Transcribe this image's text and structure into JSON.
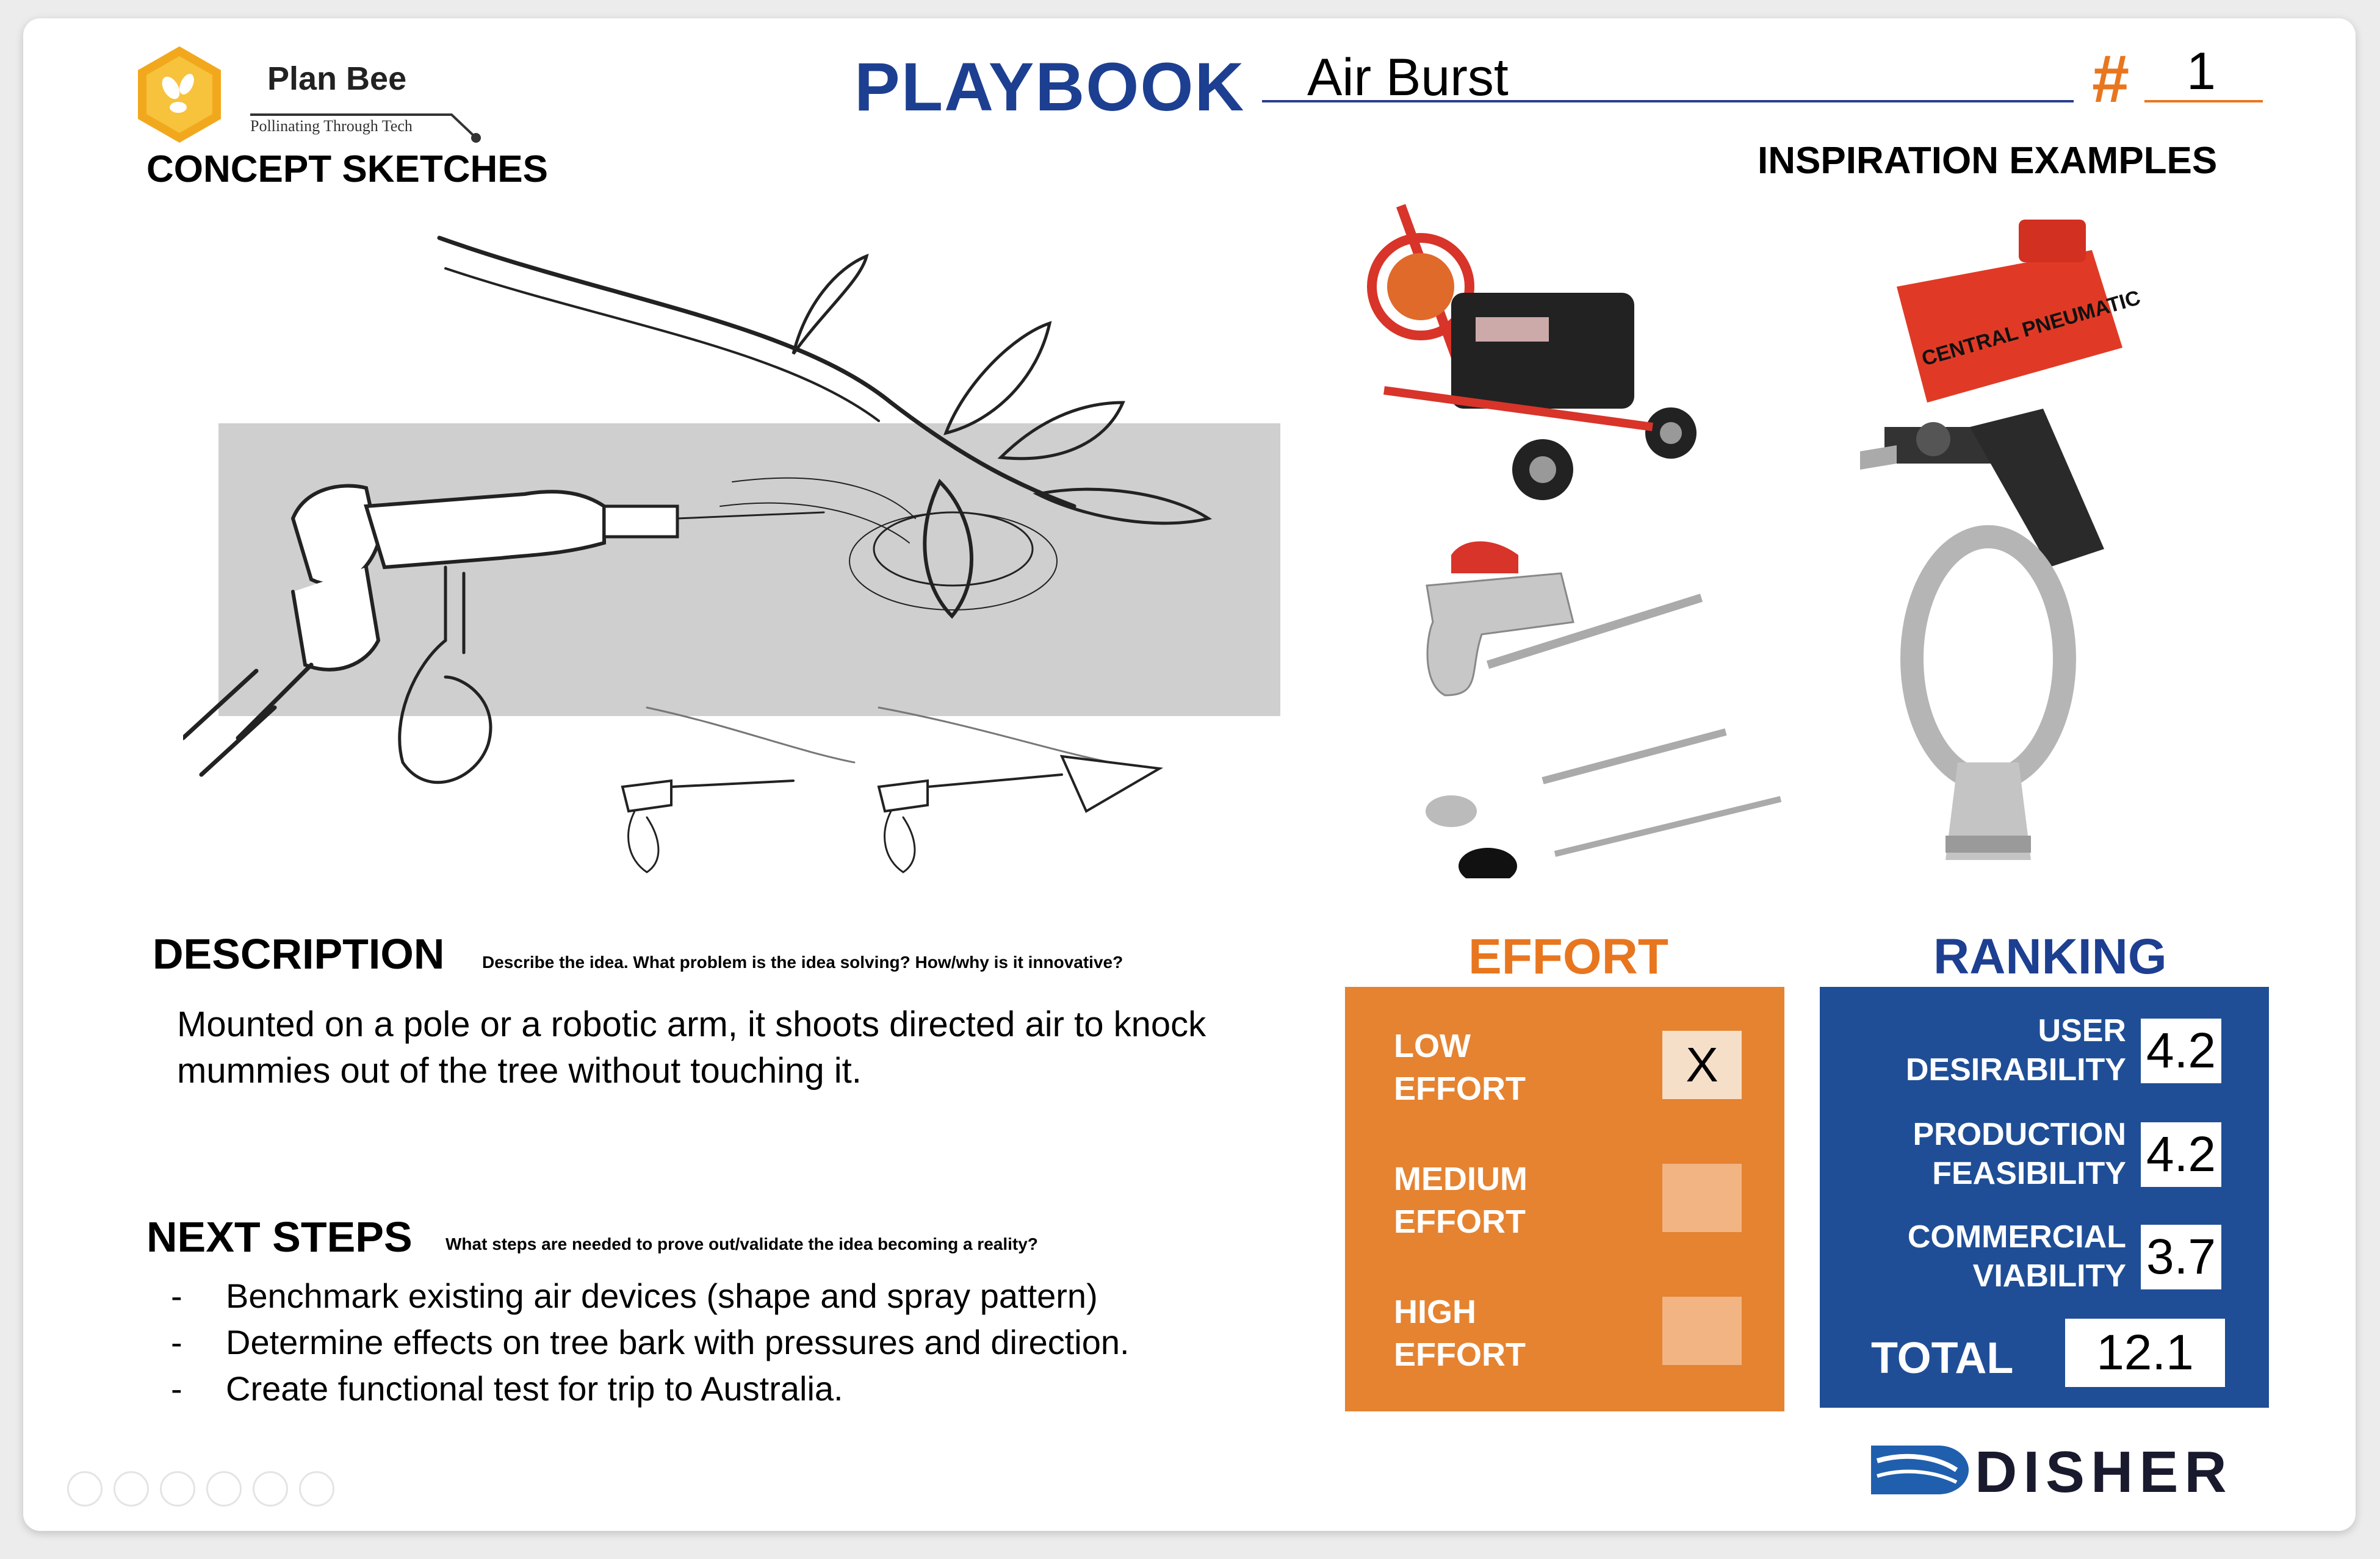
{
  "header": {
    "logo_name": "Plan Bee",
    "logo_tagline": "Pollinating Through Tech",
    "playbook_label": "PLAYBOOK",
    "idea_name": "Air Burst",
    "number_symbol": "#",
    "idea_number": "1"
  },
  "sections": {
    "concept_sketches": "CONCEPT SKETCHES",
    "inspiration_examples": "INSPIRATION EXAMPLES"
  },
  "inspiration_images": {
    "sandblaster_brand": "CENTRAL PNEUMATIC"
  },
  "description": {
    "title": "DESCRIPTION",
    "hint": "Describe the idea. What problem is the idea solving? How/why is it innovative?",
    "body": "Mounted on a pole or a robotic arm, it shoots directed air to knock mummies out of the tree without touching it."
  },
  "next_steps": {
    "title": "NEXT STEPS",
    "hint": "What steps are needed to prove out/validate the idea becoming a reality?",
    "bullet": "-",
    "items": [
      "Benchmark existing air devices (shape and spray pattern)",
      "Determine effects on tree bark with pressures and direction.",
      "Create functional test for trip to Australia."
    ]
  },
  "effort": {
    "title": "EFFORT",
    "levels": [
      {
        "line1": "LOW",
        "line2": "EFFORT",
        "mark": "X",
        "selected": true
      },
      {
        "line1": "MEDIUM",
        "line2": "EFFORT",
        "mark": "",
        "selected": false
      },
      {
        "line1": "HIGH",
        "line2": "EFFORT",
        "mark": "",
        "selected": false
      }
    ]
  },
  "ranking": {
    "title": "RANKING",
    "rows": [
      {
        "line1": "USER",
        "line2": "DESIRABILITY",
        "value": "4.2"
      },
      {
        "line1": "PRODUCTION",
        "line2": "FEASIBILITY",
        "value": "4.2"
      },
      {
        "line1": "COMMERCIAL",
        "line2": "VIABILITY",
        "value": "3.7"
      }
    ],
    "total_label": "TOTAL",
    "total_value": "12.1"
  },
  "footer": {
    "brand": "DISHER"
  },
  "colors": {
    "navy": "#1d3f91",
    "orange": "#e8761f",
    "effort_bg": "#e58331",
    "ranking_bg": "#1f4e97"
  }
}
